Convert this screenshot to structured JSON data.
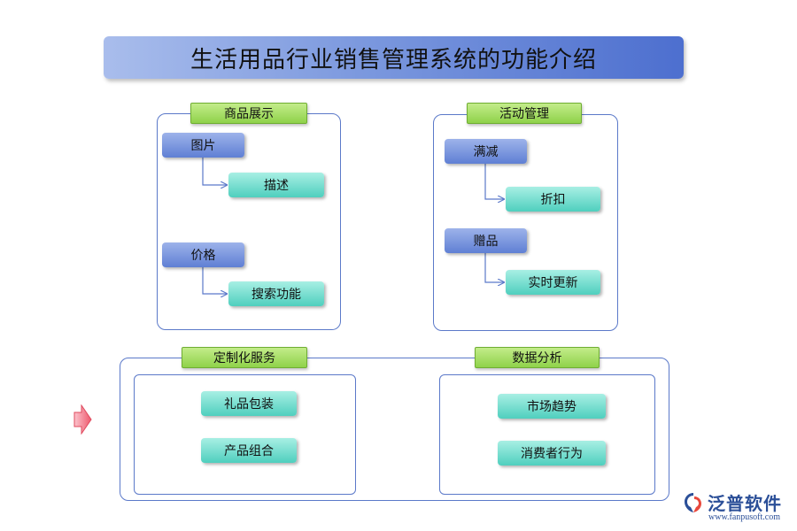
{
  "title": "生活用品行业销售管理系统的功能介绍",
  "sections": {
    "product_display": {
      "label": "商品展示",
      "items": [
        "图片",
        "描述",
        "价格",
        "搜索功能"
      ]
    },
    "activity_management": {
      "label": "活动管理",
      "items": [
        "满减",
        "折扣",
        "赠品",
        "实时更新"
      ]
    },
    "custom_service": {
      "label": "定制化服务",
      "items": [
        "礼品包装",
        "产品组合"
      ]
    },
    "data_analysis": {
      "label": "数据分析",
      "items": [
        "市场趋势",
        "消费者行为"
      ]
    }
  },
  "brand": {
    "name": "泛普软件",
    "url": "www.fanpusoft.com"
  },
  "colors": {
    "frame": "#5b79c9",
    "title_gradient_start": "#a9bdec",
    "title_gradient_end": "#4d6fcf",
    "tag_green": "#8fd24a",
    "node_blue": "#5f7fd4",
    "node_teal": "#4fcfbe",
    "arrow_pink": "#f06a7a",
    "brand_blue": "#2b4f98"
  }
}
